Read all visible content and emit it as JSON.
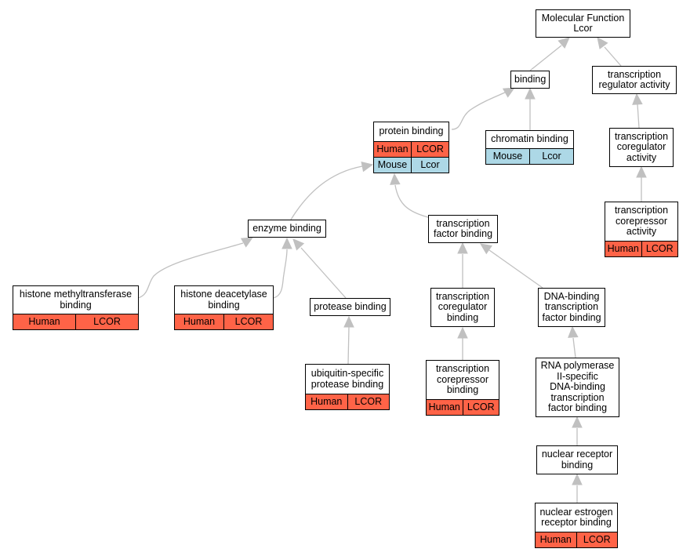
{
  "diagram": {
    "nodes": [
      {
        "id": "molecular_function",
        "lines": [
          "Molecular Function",
          "Lcor"
        ],
        "rows": []
      },
      {
        "id": "binding",
        "lines": [
          "binding"
        ],
        "rows": []
      },
      {
        "id": "transcription_regulator_activity",
        "lines": [
          "transcription",
          "regulator activity"
        ],
        "rows": []
      },
      {
        "id": "protein_binding",
        "lines": [
          "protein binding"
        ],
        "rows": [
          {
            "kind": "human",
            "species": "Human",
            "gene": "LCOR"
          },
          {
            "kind": "mouse",
            "species": "Mouse",
            "gene": "Lcor"
          }
        ]
      },
      {
        "id": "chromatin_binding",
        "lines": [
          "chromatin binding"
        ],
        "rows": [
          {
            "kind": "mouse",
            "species": "Mouse",
            "gene": "Lcor"
          }
        ]
      },
      {
        "id": "transcription_coregulator_activity",
        "lines": [
          "transcription",
          "coregulator",
          "activity"
        ],
        "rows": []
      },
      {
        "id": "transcription_corepressor_activity",
        "lines": [
          "transcription",
          "corepressor",
          "activity"
        ],
        "rows": [
          {
            "kind": "human",
            "species": "Human",
            "gene": "LCOR"
          }
        ]
      },
      {
        "id": "enzyme_binding",
        "lines": [
          "enzyme binding"
        ],
        "rows": []
      },
      {
        "id": "transcription_factor_binding",
        "lines": [
          "transcription",
          "factor binding"
        ],
        "rows": []
      },
      {
        "id": "histone_methyltransferase_binding",
        "lines": [
          "histone methyltransferase",
          "binding"
        ],
        "rows": [
          {
            "kind": "human",
            "species": "Human",
            "gene": "LCOR"
          }
        ]
      },
      {
        "id": "histone_deacetylase_binding",
        "lines": [
          "histone deacetylase",
          "binding"
        ],
        "rows": [
          {
            "kind": "human",
            "species": "Human",
            "gene": "LCOR"
          }
        ]
      },
      {
        "id": "protease_binding",
        "lines": [
          "protease binding"
        ],
        "rows": []
      },
      {
        "id": "transcription_coregulator_binding",
        "lines": [
          "transcription",
          "coregulator",
          "binding"
        ],
        "rows": []
      },
      {
        "id": "dna_binding_transcription_factor_binding",
        "lines": [
          "DNA-binding",
          "transcription",
          "factor binding"
        ],
        "rows": []
      },
      {
        "id": "ubiquitin_specific_protease_binding",
        "lines": [
          "ubiquitin-specific",
          "protease binding"
        ],
        "rows": [
          {
            "kind": "human",
            "species": "Human",
            "gene": "LCOR"
          }
        ]
      },
      {
        "id": "transcription_corepressor_binding",
        "lines": [
          "transcription",
          "corepressor",
          "binding"
        ],
        "rows": [
          {
            "kind": "human",
            "species": "Human",
            "gene": "LCOR"
          }
        ]
      },
      {
        "id": "rna_polymerase_ii_specific_dna_binding_tf_binding",
        "lines": [
          "RNA polymerase",
          "II-specific",
          "DNA-binding",
          "transcription",
          "factor binding"
        ],
        "rows": []
      },
      {
        "id": "nuclear_receptor_binding",
        "lines": [
          "nuclear receptor",
          "binding"
        ],
        "rows": []
      },
      {
        "id": "nuclear_estrogen_receptor_binding",
        "lines": [
          "nuclear estrogen",
          "receptor binding"
        ],
        "rows": [
          {
            "kind": "human",
            "species": "Human",
            "gene": "LCOR"
          }
        ]
      }
    ],
    "edges": [
      {
        "from": "binding",
        "to": "molecular_function"
      },
      {
        "from": "transcription_regulator_activity",
        "to": "molecular_function"
      },
      {
        "from": "protein_binding",
        "to": "binding"
      },
      {
        "from": "chromatin_binding",
        "to": "binding"
      },
      {
        "from": "transcription_coregulator_activity",
        "to": "transcription_regulator_activity"
      },
      {
        "from": "transcription_corepressor_activity",
        "to": "transcription_coregulator_activity"
      },
      {
        "from": "enzyme_binding",
        "to": "protein_binding"
      },
      {
        "from": "transcription_factor_binding",
        "to": "protein_binding"
      },
      {
        "from": "histone_methyltransferase_binding",
        "to": "enzyme_binding"
      },
      {
        "from": "histone_deacetylase_binding",
        "to": "enzyme_binding"
      },
      {
        "from": "protease_binding",
        "to": "enzyme_binding"
      },
      {
        "from": "ubiquitin_specific_protease_binding",
        "to": "protease_binding"
      },
      {
        "from": "transcription_coregulator_binding",
        "to": "transcription_factor_binding"
      },
      {
        "from": "dna_binding_transcription_factor_binding",
        "to": "transcription_factor_binding"
      },
      {
        "from": "transcription_corepressor_binding",
        "to": "transcription_coregulator_binding"
      },
      {
        "from": "rna_polymerase_ii_specific_dna_binding_tf_binding",
        "to": "dna_binding_transcription_factor_binding"
      },
      {
        "from": "nuclear_receptor_binding",
        "to": "rna_polymerase_ii_specific_dna_binding_tf_binding"
      },
      {
        "from": "nuclear_estrogen_receptor_binding",
        "to": "nuclear_receptor_binding"
      }
    ],
    "colors": {
      "human_row": "#ff6347",
      "mouse_row": "#add8e6",
      "edge": "#c0c0c0",
      "node_border": "#000000"
    }
  }
}
